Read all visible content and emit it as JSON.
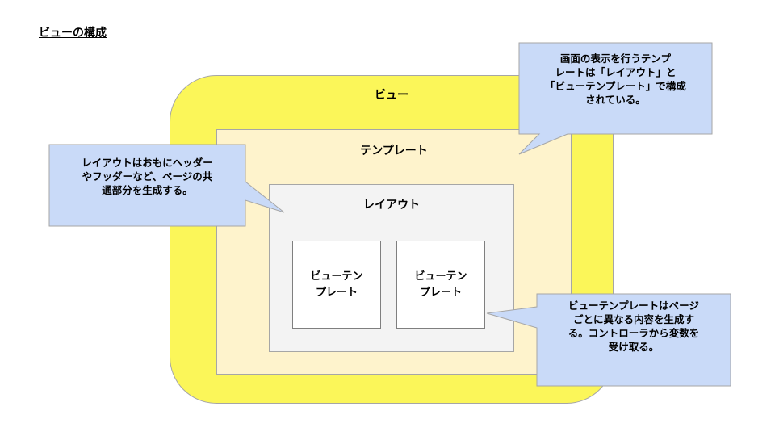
{
  "heading": "ビューの構成",
  "boxes": {
    "view": "ビュー",
    "template": "テンプレート",
    "layout": "レイアウト",
    "view_template_1": [
      "ビューテン",
      "プレート"
    ],
    "view_template_2": [
      "ビューテン",
      "プレート"
    ]
  },
  "callouts": {
    "top": [
      "画面の表示を行うテンプ",
      "レートは「レイアウト」と",
      "「ビューテンプレート」で構成",
      "されている。"
    ],
    "left": [
      "レイアウトはおもにヘッダー",
      "やフッダーなど、ページの共",
      "通部分を生成する。"
    ],
    "bottom": [
      "ビューテンプレートはページ",
      "ごとに異なる内容を生成す",
      "る。コントローラから変数を",
      "受け取る。"
    ]
  },
  "colors": {
    "view_fill": "#fbf659",
    "template_fill": "#fef3cc",
    "layout_fill": "#f3f3f3",
    "callout_fill": "#c9daf8",
    "border": "#a6a6a6"
  }
}
